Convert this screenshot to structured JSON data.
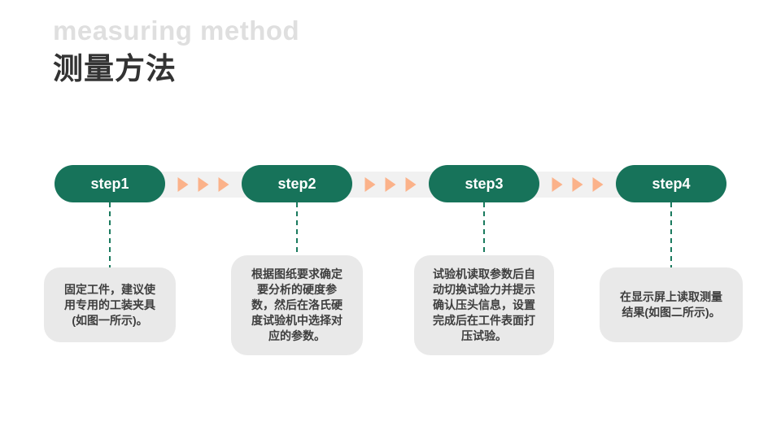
{
  "header": {
    "subtitle": "measuring method",
    "title": "测量方法"
  },
  "colors": {
    "accent_green": "#17735A",
    "dash_green": "#1A7A5E",
    "arrow_orange": "#FBB28A",
    "band_gray": "#F1F1F1",
    "card_gray": "#E9E9E9",
    "subtitle_gray": "#DFDFDF",
    "title_dark": "#333333",
    "card_text": "#3E3E3E"
  },
  "flow": {
    "steps": [
      {
        "label": "step1",
        "description": "固定工件，建议使\n用专用的工装夹具\n(如图一所示)。"
      },
      {
        "label": "step2",
        "description": "根据图纸要求确定\n要分析的硬度参\n数，然后在洛氏硬\n度试验机中选择对\n应的参数。"
      },
      {
        "label": "step3",
        "description": "试验机读取参数后自\n动切换试验力并提示\n确认压头信息，设置\n完成后在工件表面打\n压试验。"
      },
      {
        "label": "step4",
        "description": "在显示屏上读取测量\n结果(如图二所示)。"
      }
    ]
  }
}
